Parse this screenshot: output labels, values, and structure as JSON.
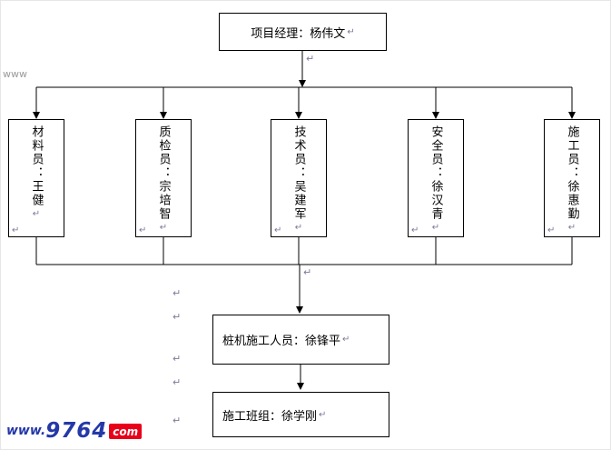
{
  "page": {
    "corner_watermark": "www",
    "logo": {
      "www": "www.",
      "number": "9764",
      "com": "com"
    }
  },
  "marks": {
    "return": "↵"
  },
  "org_chart": {
    "manager_box": {
      "label": "项目经理：杨伟文"
    },
    "dept_boxes": [
      {
        "label": "材料员：王健"
      },
      {
        "label": "质检员：宗培智"
      },
      {
        "label": "技术员：吴建军"
      },
      {
        "label": "安全员：徐汉青"
      },
      {
        "label": "施工员：徐惠勤"
      }
    ],
    "lower_boxes": [
      {
        "label": "桩机施工人员：徐锋平"
      },
      {
        "label": "施工班组：徐学刚"
      }
    ]
  },
  "colors": {
    "line": "#000000",
    "box_border": "#000000",
    "logo_blue": "#2438a8",
    "logo_red": "#e8001b"
  }
}
